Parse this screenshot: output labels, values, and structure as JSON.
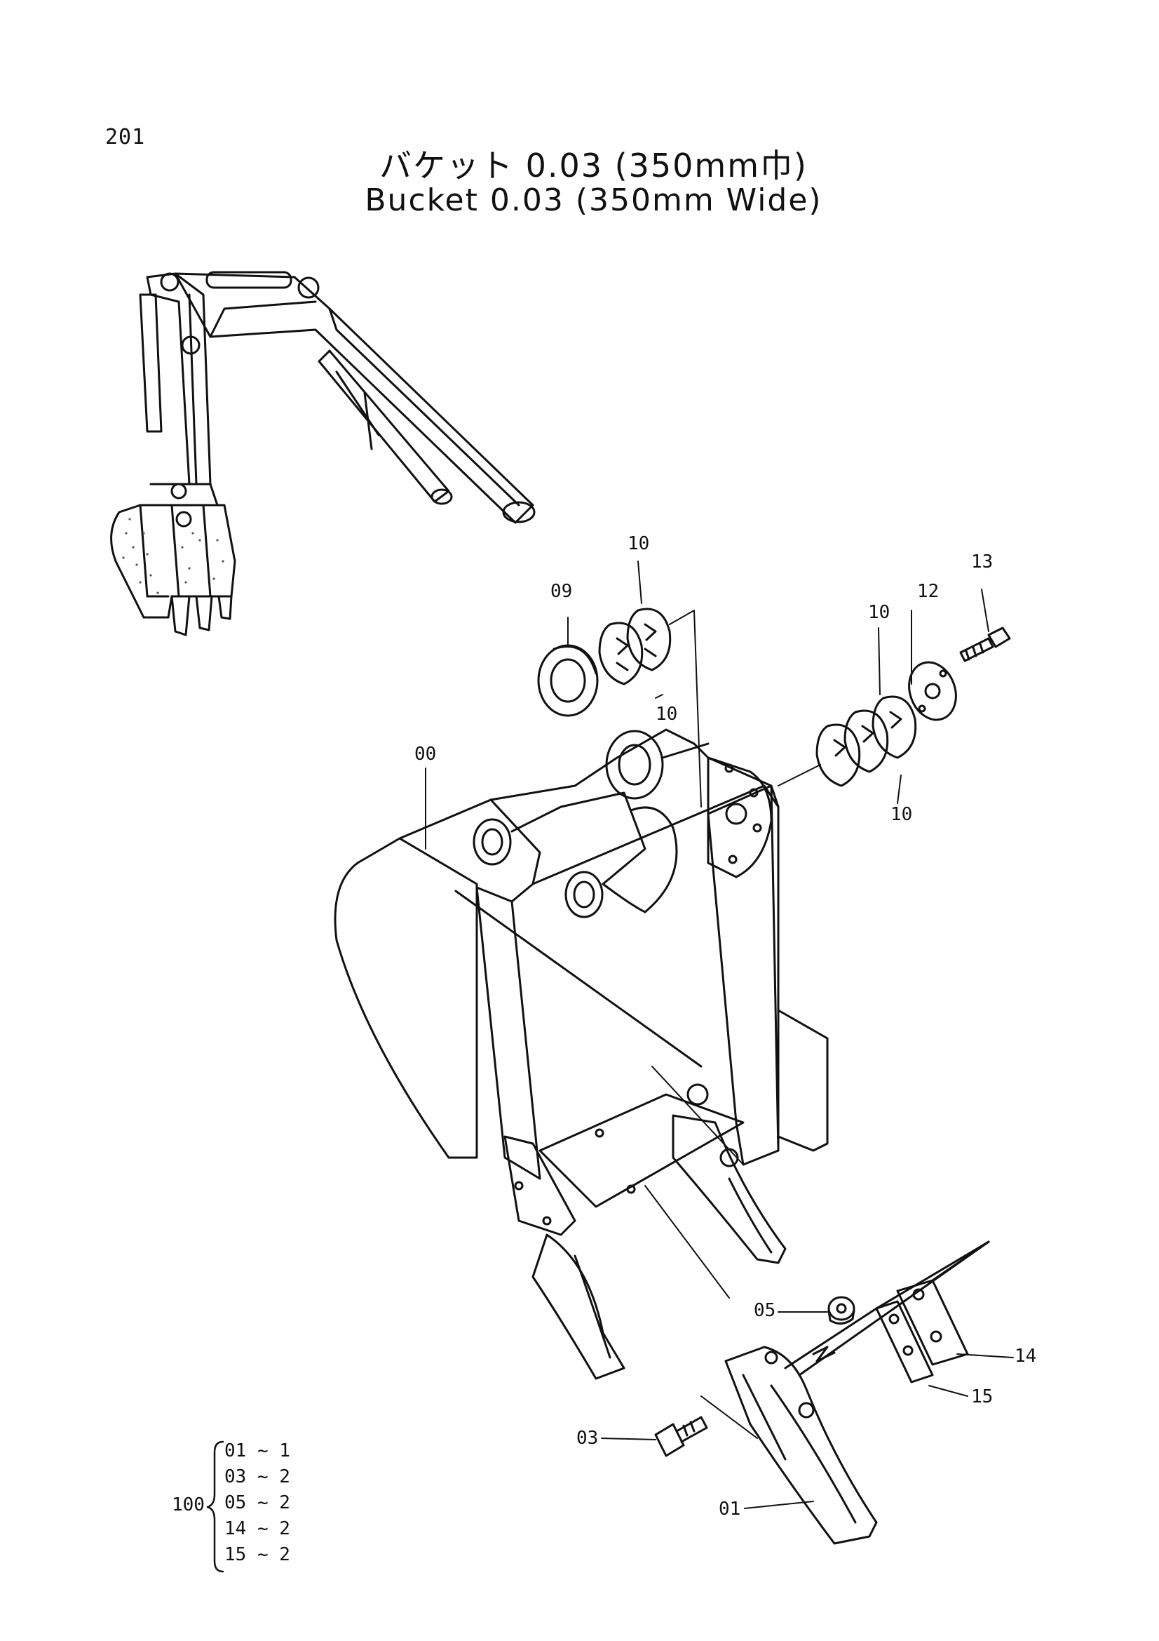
{
  "page_number": "201",
  "title_ja": "バケット 0.03 (350mm巾)",
  "title_en": "Bucket 0.03 (350mm Wide)",
  "callouts": {
    "c00": "00",
    "c01": "01",
    "c03": "03",
    "c05": "05",
    "c09": "09",
    "c10a": "10",
    "c10b": "10",
    "c10c": "10",
    "c10d": "10",
    "c12": "12",
    "c13": "13",
    "c14": "14",
    "c15": "15"
  },
  "kit": {
    "assembly": "100",
    "items": [
      "01 ~ 1",
      "03 ~ 2",
      "05 ~ 2",
      "14 ~ 2",
      "15 ~ 2"
    ]
  }
}
